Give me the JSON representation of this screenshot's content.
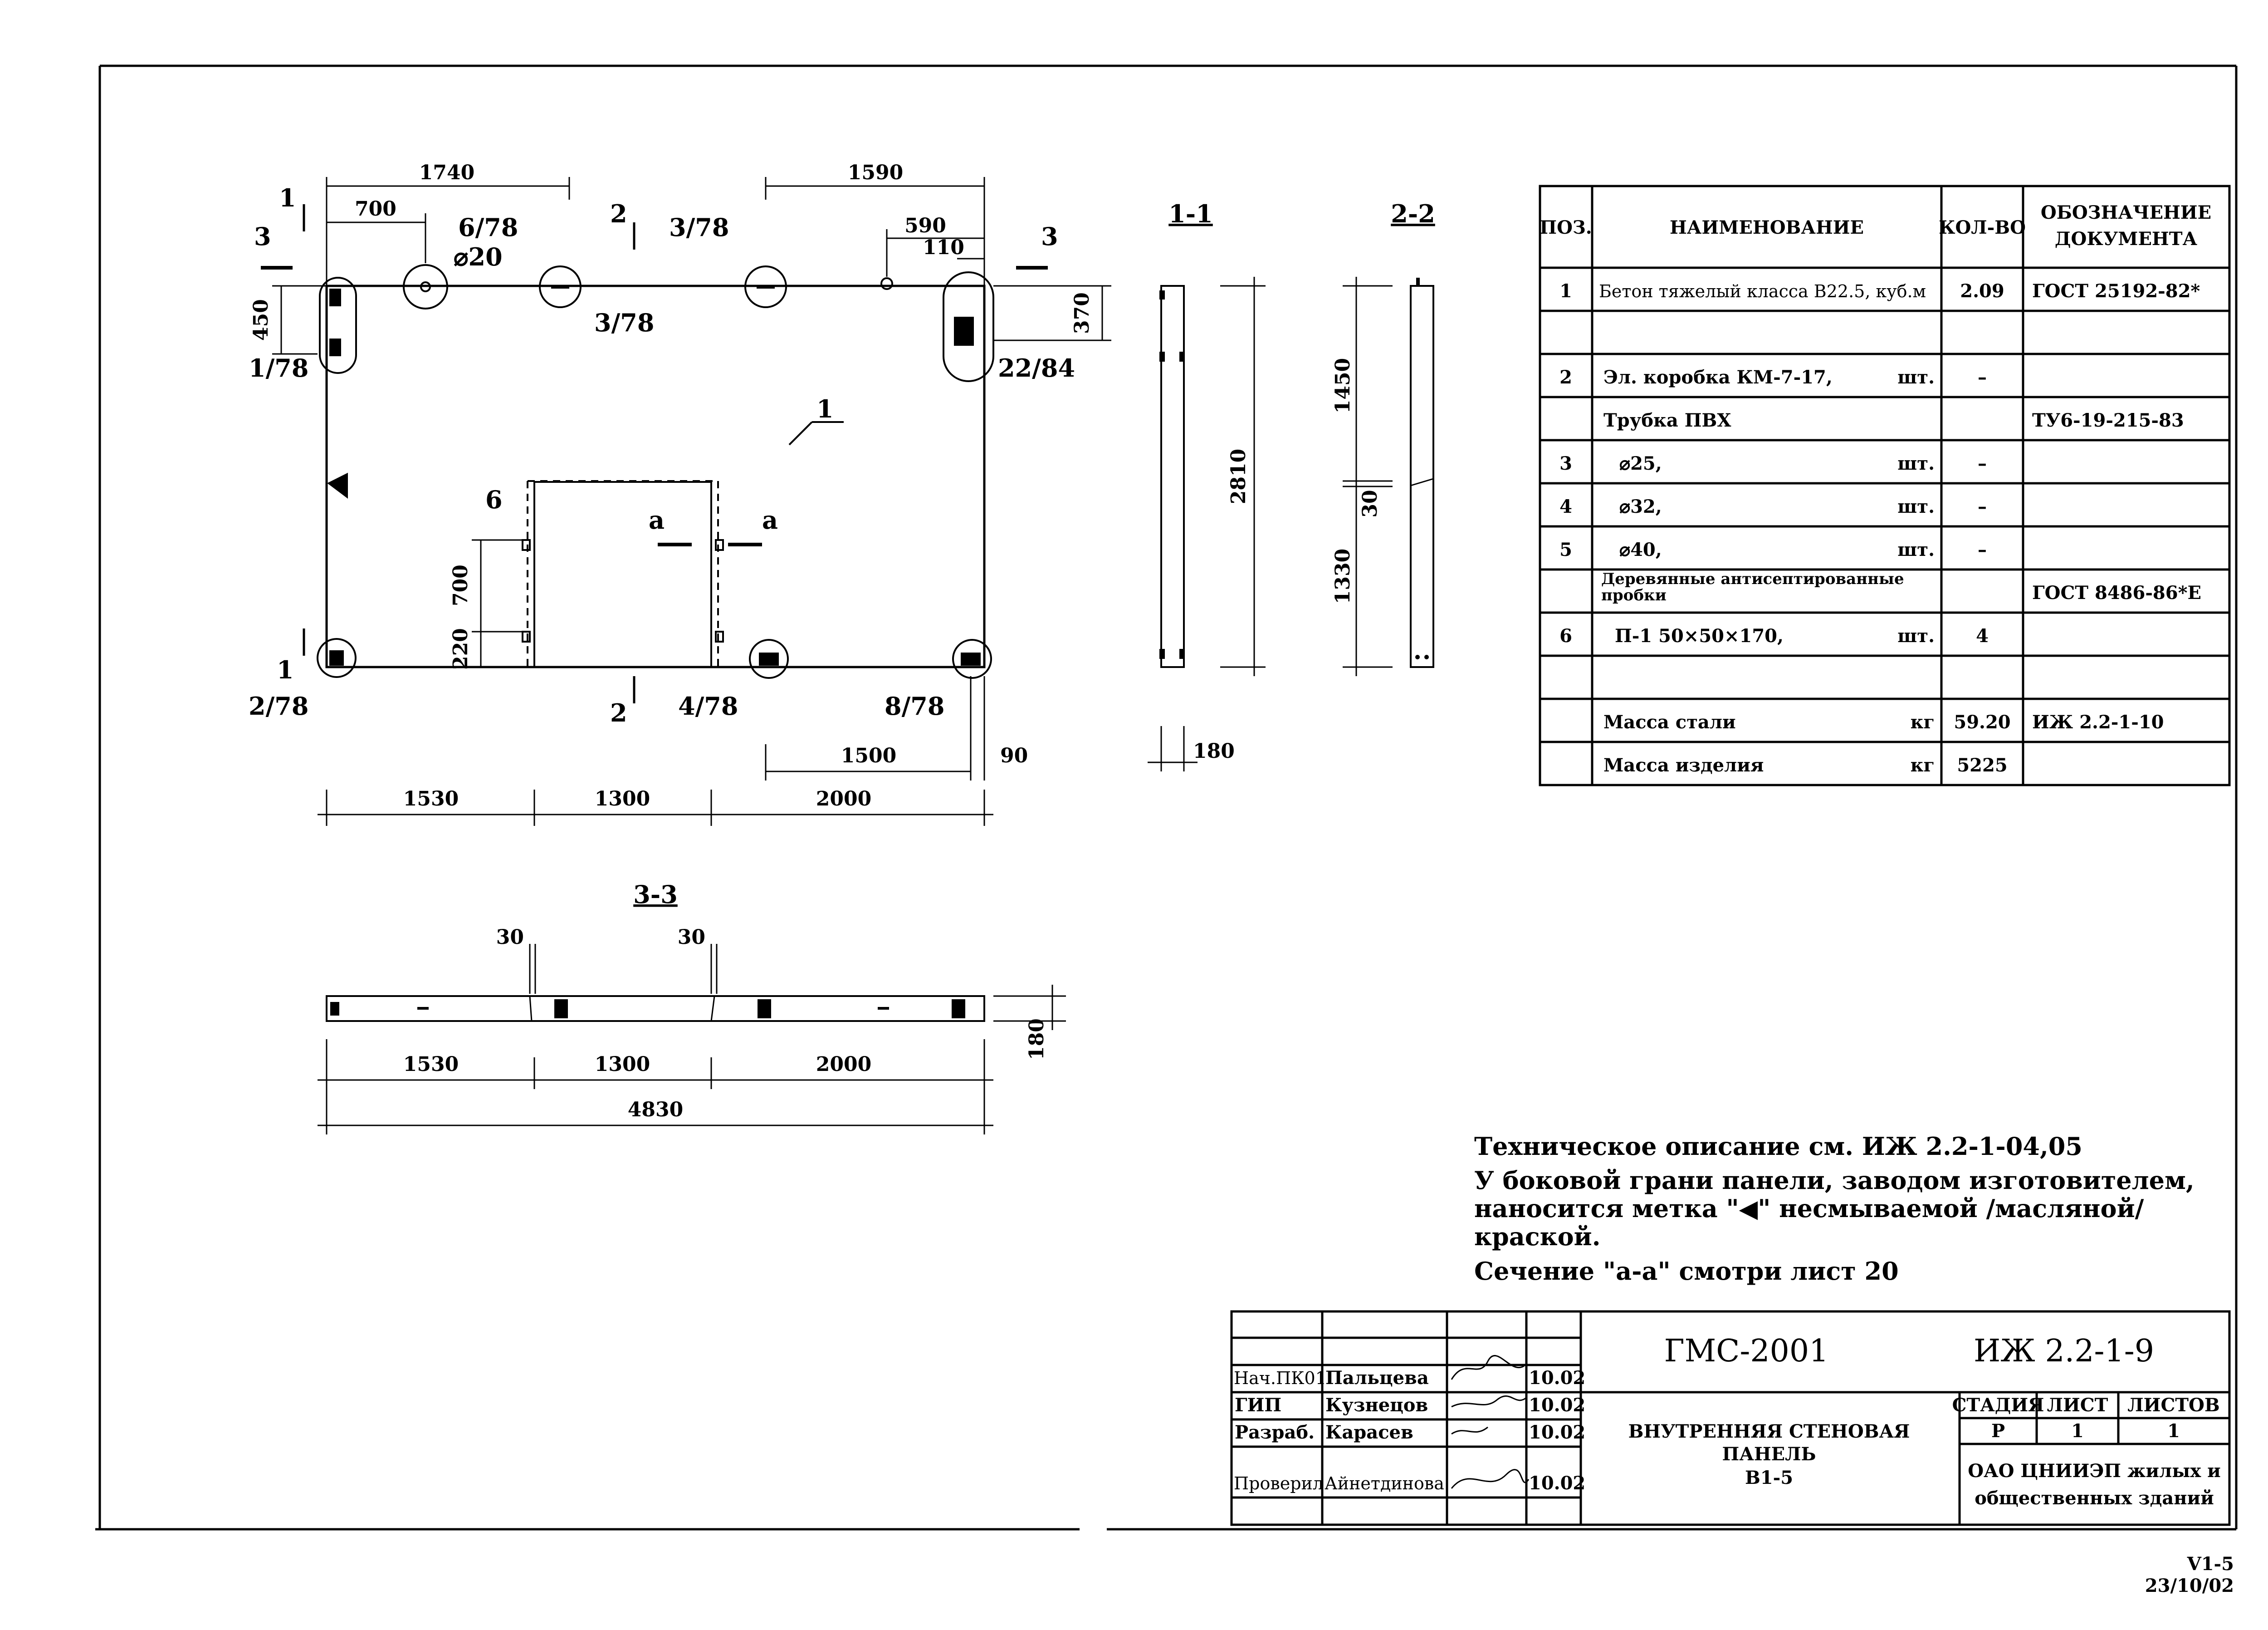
{
  "elevation": {
    "dims_top": [
      "1740",
      "700",
      "1590",
      "590",
      "110"
    ],
    "dims_side": [
      "450",
      "370",
      "700",
      "220"
    ],
    "dims_bottom": [
      "1500",
      "90",
      "1530",
      "1300",
      "2000"
    ],
    "callouts": [
      "6/78",
      "⌀20",
      "3/78",
      "3/78",
      "1/78",
      "22/84",
      "2/78",
      "4/78",
      "8/78",
      "1",
      "6"
    ],
    "section_marks": [
      "1",
      "1",
      "2",
      "2",
      "3",
      "3",
      "а",
      "а"
    ]
  },
  "section_1_1": {
    "title": "1-1",
    "height": "2810",
    "width": "180"
  },
  "section_2_2": {
    "title": "2-2",
    "upper": "1450",
    "mid": "30",
    "lower": "1330"
  },
  "section_3_3": {
    "title": "3-3",
    "gap_left": "30",
    "gap_right": "30",
    "thickness": "180",
    "dims": [
      "1530",
      "1300",
      "2000"
    ],
    "total": "4830"
  },
  "spec_table": {
    "headers": [
      "ПОЗ.",
      "НАИМЕНОВАНИЕ",
      "КОЛ-ВО",
      "ОБОЗНАЧЕНИЕ ДОКУМЕНТА"
    ],
    "rows": [
      {
        "pos": "1",
        "name": "Бетон тяжелый класса В22.5, куб.м",
        "unit": "",
        "qty": "2.09",
        "doc": "ГОСТ 25192-82*"
      },
      {
        "pos": "",
        "name": "",
        "unit": "",
        "qty": "",
        "doc": ""
      },
      {
        "pos": "2",
        "name": "Эл. коробка КМ-7-17,",
        "unit": "шт.",
        "qty": "–",
        "doc": ""
      },
      {
        "pos": "",
        "name": "Трубка ПВХ",
        "unit": "",
        "qty": "",
        "doc": "ТУ6-19-215-83"
      },
      {
        "pos": "3",
        "name": "⌀25,",
        "unit": "шт.",
        "qty": "–",
        "doc": ""
      },
      {
        "pos": "4",
        "name": "⌀32,",
        "unit": "шт.",
        "qty": "–",
        "doc": ""
      },
      {
        "pos": "5",
        "name": "⌀40,",
        "unit": "шт.",
        "qty": "–",
        "doc": ""
      },
      {
        "pos": "",
        "name": "Деревянные антисептированные пробки",
        "unit": "",
        "qty": "",
        "doc": "ГОСТ 8486-86*Е"
      },
      {
        "pos": "6",
        "name": "П-1  50×50×170,",
        "unit": "шт.",
        "qty": "4",
        "doc": ""
      },
      {
        "pos": "",
        "name": "",
        "unit": "",
        "qty": "",
        "doc": ""
      },
      {
        "pos": "",
        "name": "Масса стали",
        "unit": "кг",
        "qty": "59.20",
        "doc": "ИЖ 2.2-1-10"
      },
      {
        "pos": "",
        "name": "Масса изделия",
        "unit": "кг",
        "qty": "5225",
        "doc": ""
      }
    ]
  },
  "notes": [
    "Техническое описание  см. ИЖ 2.2-1-04,05",
    "У боковой грани панели, заводом изготовителем,",
    "наносится метка \"◀\" несмываемой /масляной/",
    "краской.",
    "Сечение \"а-а\" смотри лист 20"
  ],
  "title_block": {
    "project": "ГМС-2001",
    "code": "ИЖ 2.2-1-9",
    "roles": [
      {
        "role": "Нач.ПК01",
        "name": "Пальцева",
        "date": "10.02"
      },
      {
        "role": "ГИП",
        "name": "Кузнецов",
        "date": "10.02"
      },
      {
        "role": "Разраб.",
        "name": "Карасев",
        "date": "10.02"
      },
      {
        "role": "Проверил",
        "name": "Айнетдинова",
        "date": "10.02"
      }
    ],
    "title_lines": [
      "ВНУТРЕННЯЯ СТЕНОВАЯ",
      "ПАНЕЛЬ",
      "В1-5"
    ],
    "stage_label": "СТАДИЯ",
    "sheet_label": "ЛИСТ",
    "sheets_label": "ЛИСТОВ",
    "stage": "Р",
    "sheet": "1",
    "sheets": "1",
    "org_lines": [
      "ОАО ЦНИИЭП жилых и",
      "общественных зданий"
    ]
  },
  "footer": {
    "sheet_code": "V1-5",
    "date": "23/10/02"
  }
}
